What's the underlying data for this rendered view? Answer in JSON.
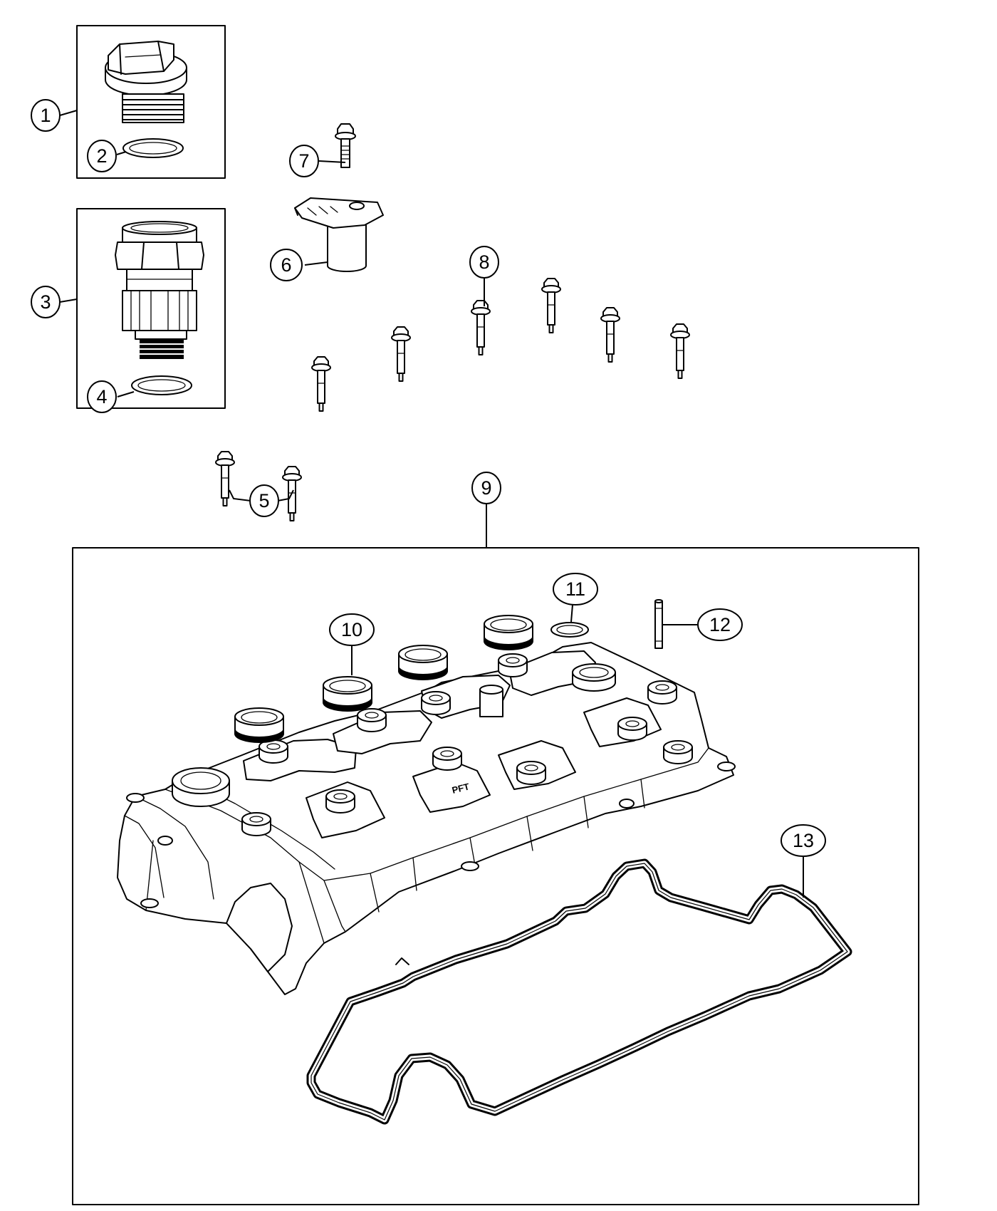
{
  "diagram": {
    "callouts": [
      {
        "id": "1",
        "label": "1"
      },
      {
        "id": "2",
        "label": "2"
      },
      {
        "id": "3",
        "label": "3"
      },
      {
        "id": "4",
        "label": "4"
      },
      {
        "id": "5",
        "label": "5"
      },
      {
        "id": "6",
        "label": "6"
      },
      {
        "id": "7",
        "label": "7"
      },
      {
        "id": "8",
        "label": "8"
      },
      {
        "id": "9",
        "label": "9"
      },
      {
        "id": "10",
        "label": "10"
      },
      {
        "id": "11",
        "label": "11"
      },
      {
        "id": "12",
        "label": "12"
      },
      {
        "id": "13",
        "label": "13"
      }
    ],
    "cover_logo": "PFT"
  }
}
